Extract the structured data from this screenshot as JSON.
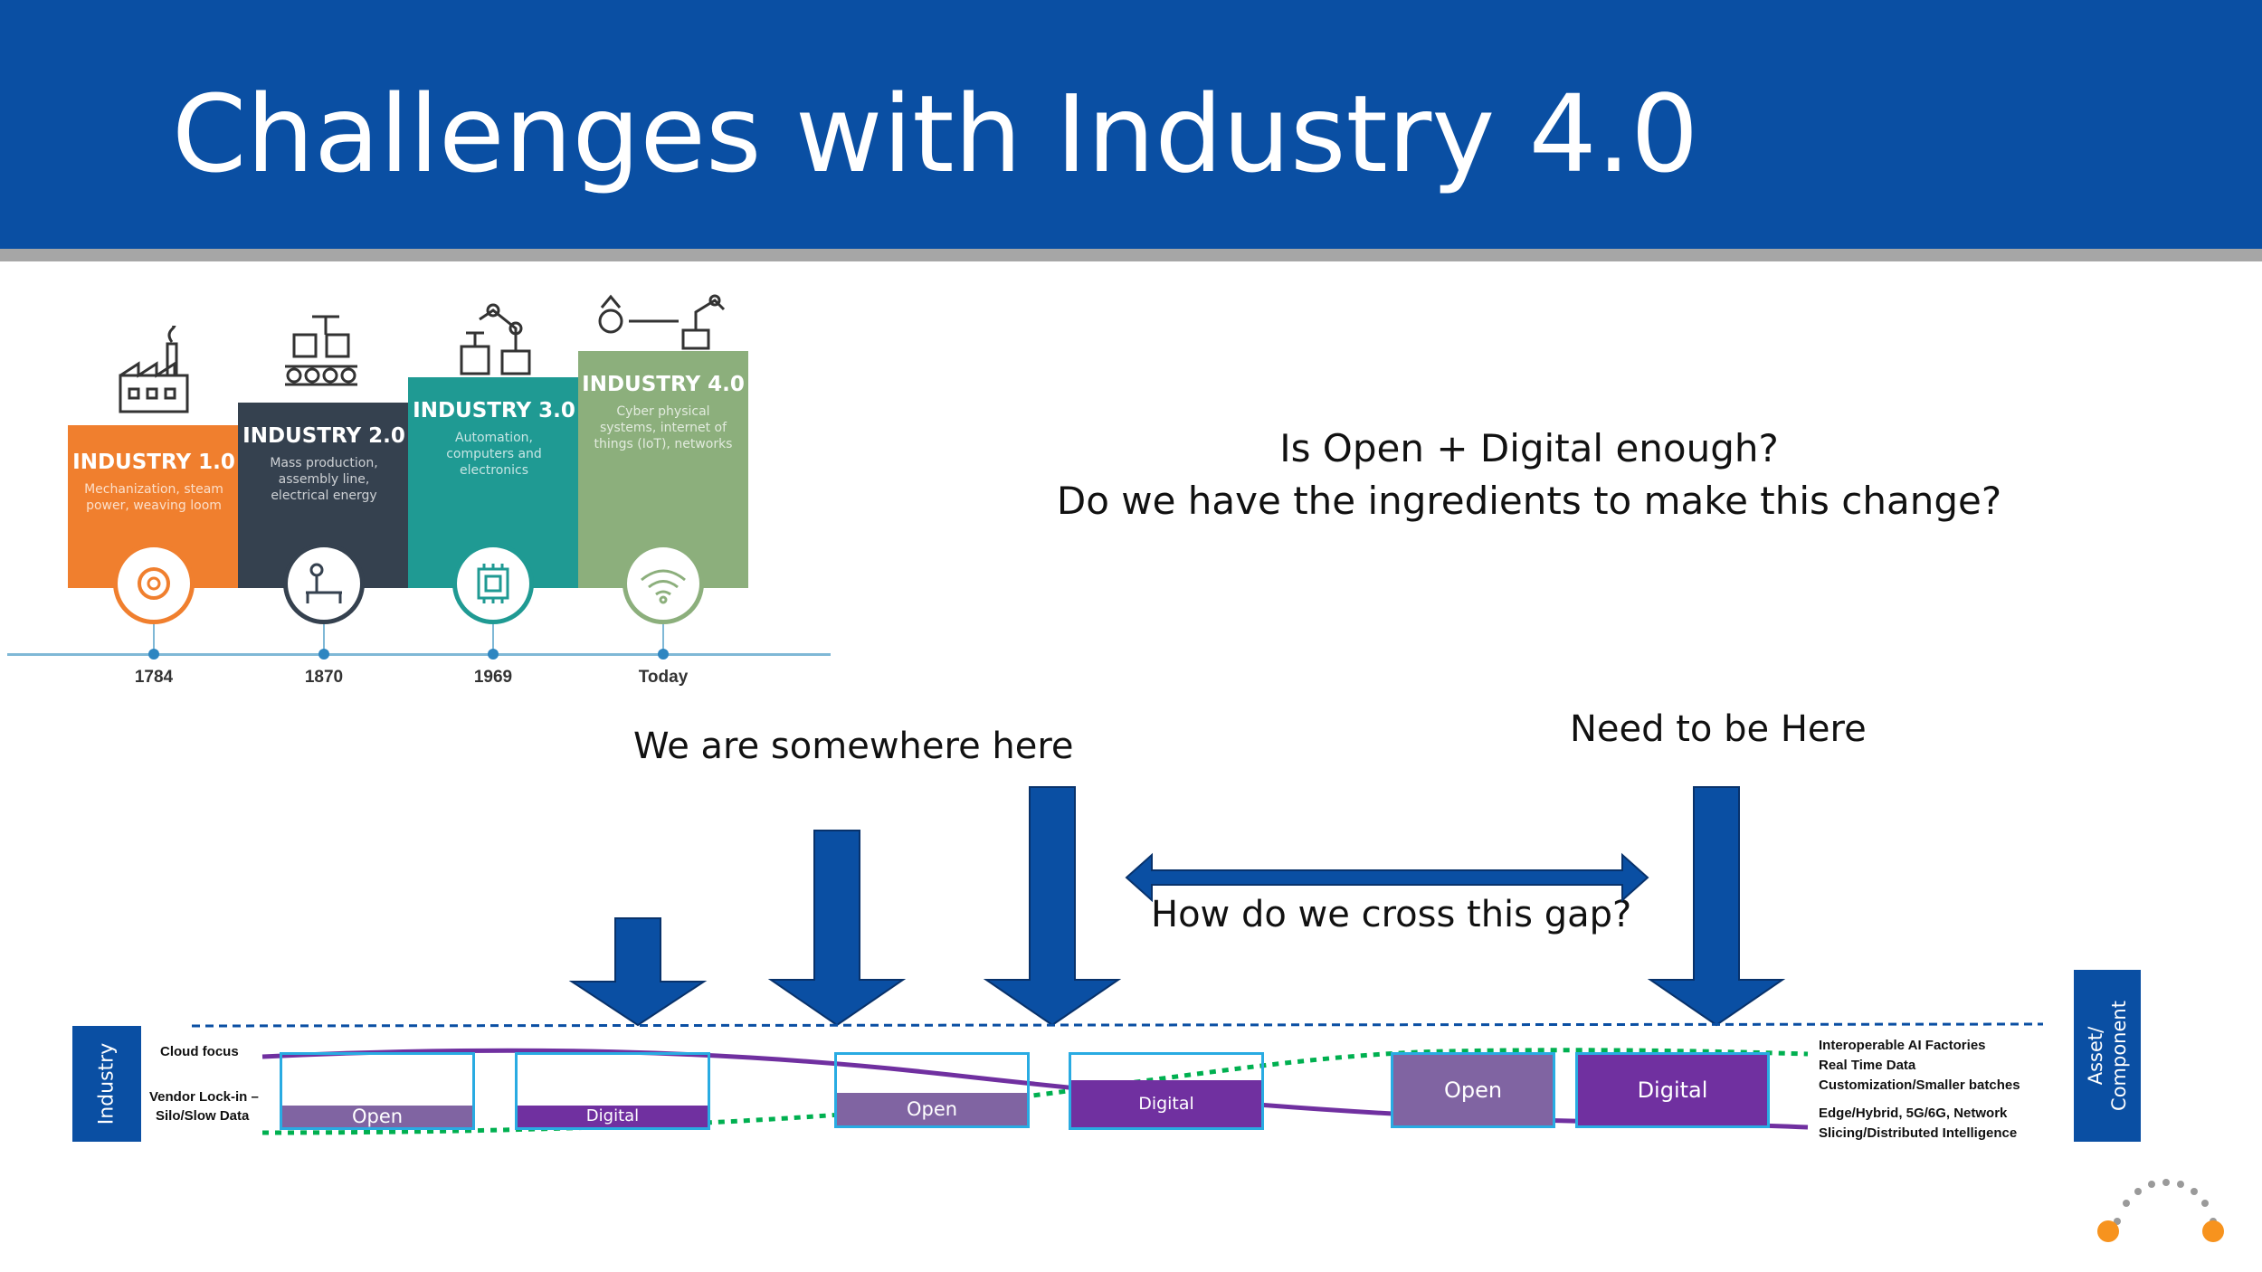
{
  "slide": {
    "title": "Challenges with Industry 4.0",
    "questions": [
      "Is Open + Digital enough?",
      "Do we have the ingredients to make this change?"
    ],
    "callouts": {
      "current": "We are somewhere here",
      "target": "Need to be Here",
      "gap": "How do we cross this gap?"
    }
  },
  "timeline": {
    "stages": [
      {
        "name": "INDUSTRY 1.0",
        "desc": "Mechanization, steam power, weaving loom",
        "year": "1784",
        "color": "#f07f2e"
      },
      {
        "name": "INDUSTRY 2.0",
        "desc": "Mass production, assembly line, electrical energy",
        "year": "1870",
        "color": "#35414f"
      },
      {
        "name": "INDUSTRY 3.0",
        "desc": "Automation, computers and electronics",
        "year": "1969",
        "color": "#1f9a93"
      },
      {
        "name": "INDUSTRY 4.0",
        "desc": "Cyber physical systems, internet of things (IoT), networks",
        "year": "Today",
        "color": "#8caf7c"
      }
    ]
  },
  "diagram": {
    "left_axis": "Industry",
    "right_axis": "Asset/ Component",
    "left_labels": [
      "Cloud focus",
      "Vendor Lock-in –",
      "Silo/Slow Data"
    ],
    "right_labels_top": [
      "Interoperable AI Factories",
      "Real Time Data",
      "Customization/Smaller batches"
    ],
    "right_labels_bottom": [
      "Edge/Hybrid, 5G/6G, Network",
      "Slicing/Distributed Intelligence"
    ],
    "boxes": [
      "Open",
      "Digital",
      "Open",
      "Digital",
      "Open",
      "Digital"
    ]
  },
  "colors": {
    "brand_blue": "#0a4fa3",
    "purple": "#7030a0",
    "cyan": "#29abe2",
    "green": "#00b050"
  }
}
